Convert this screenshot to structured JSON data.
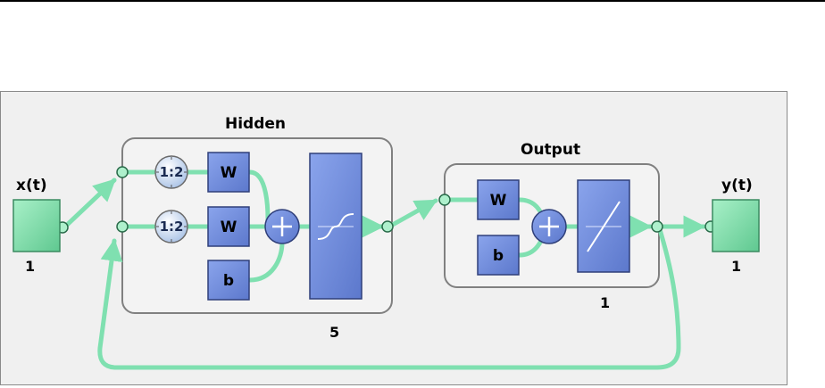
{
  "layers": {
    "hidden": {
      "title": "Hidden",
      "size": "5"
    },
    "output": {
      "title": "Output",
      "size": "1"
    }
  },
  "input": {
    "label": "x(t)",
    "size": "1"
  },
  "output_node": {
    "label": "y(t)",
    "size": "1"
  },
  "delays": {
    "input_delay": "1:2",
    "feedback_delay": "1:2"
  },
  "weights": {
    "w": "W",
    "b": "b"
  },
  "colors": {
    "connection": "#7fe0b0",
    "io_block": "#8de2b4",
    "weight_block": "#6f8bd8",
    "layer_box_border": "#808080",
    "panel_bg": "#f0f0f0"
  }
}
